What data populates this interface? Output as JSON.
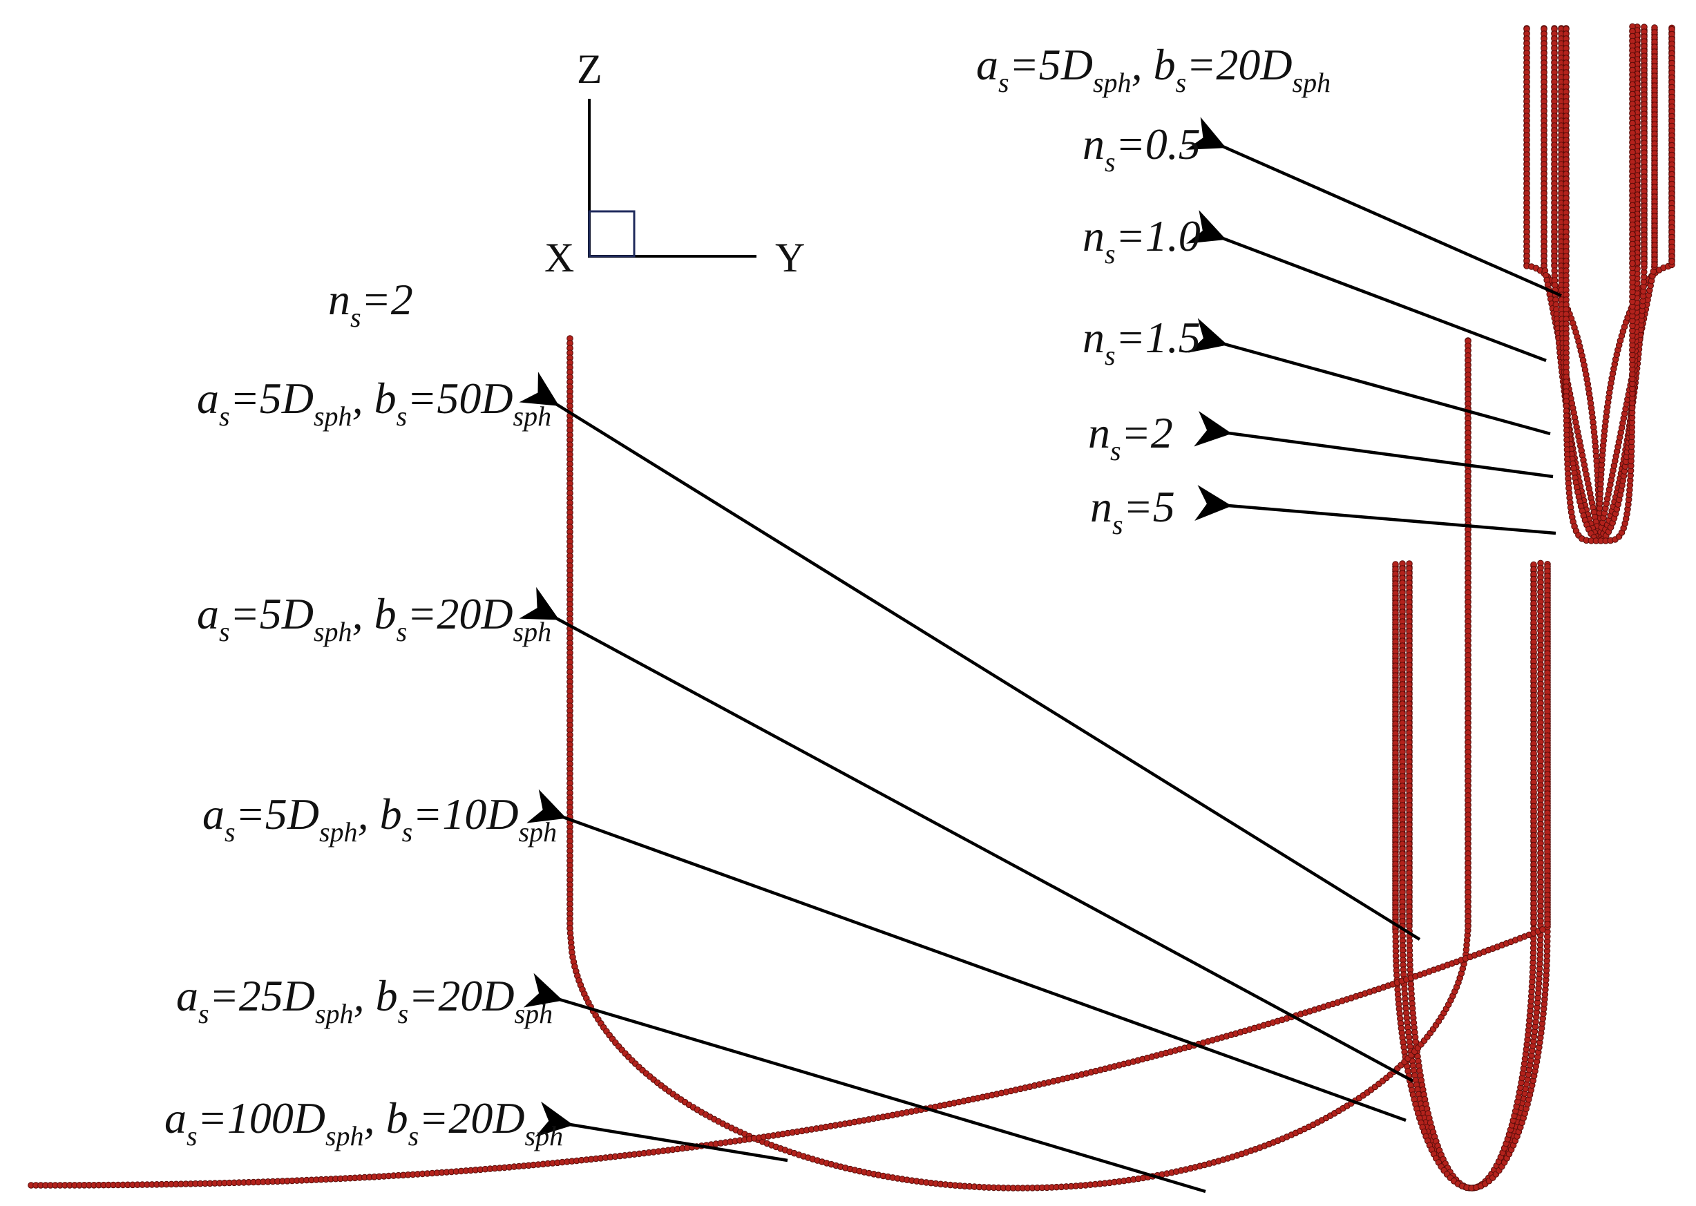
{
  "diagram": {
    "axes": {
      "z": "Z",
      "x": "X",
      "y": "Y"
    },
    "left_group": {
      "header": {
        "var": "n",
        "sub": "s",
        "rest": "=2"
      },
      "labels": [
        {
          "id": "b50",
          "a": "5",
          "b": "50"
        },
        {
          "id": "b20",
          "a": "5",
          "b": "20"
        },
        {
          "id": "b10",
          "a": "5",
          "b": "10"
        },
        {
          "id": "a25",
          "a": "25",
          "b": "20"
        },
        {
          "id": "a100",
          "a": "100",
          "b": "20"
        }
      ]
    },
    "right_group": {
      "header": {
        "a": "5",
        "b": "20"
      },
      "labels": [
        {
          "id": "n05",
          "value": "0.5"
        },
        {
          "id": "n10",
          "value": "1.0"
        },
        {
          "id": "n15",
          "value": "1.5"
        },
        {
          "id": "n2",
          "value": "2"
        },
        {
          "id": "n5",
          "value": "5"
        }
      ]
    },
    "symbols": {
      "a": "a",
      "b": "b",
      "n": "n",
      "s": "s",
      "D": "D",
      "sph": "sph"
    },
    "colors": {
      "particles": "#b3221c",
      "particle_edge": "#5a0d0a",
      "arrows": "#000000",
      "axis_box": "#1f2a5c"
    }
  }
}
